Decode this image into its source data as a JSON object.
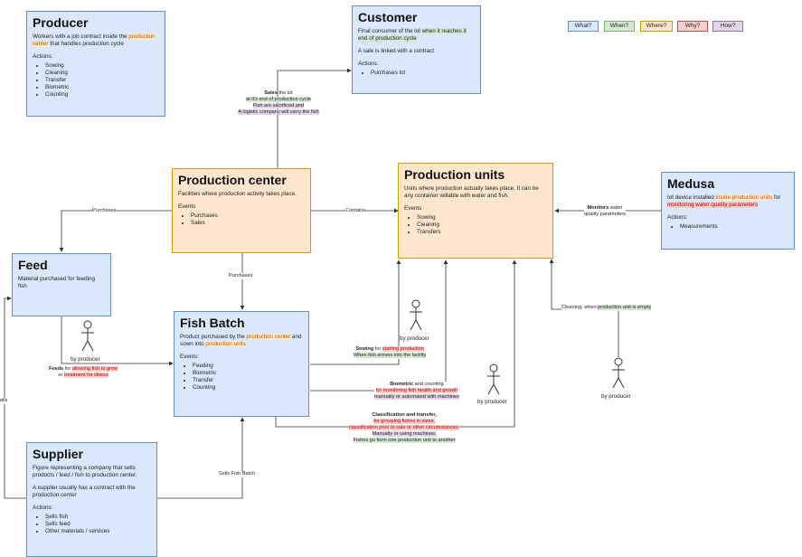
{
  "legend": [
    {
      "label": "What?",
      "bg": "#dae8fc",
      "border": "#6c8ebf"
    },
    {
      "label": "When?",
      "bg": "#d5e8d4",
      "border": "#82b366"
    },
    {
      "label": "Where?",
      "bg": "#ffe6cc",
      "border": "#d79b00"
    },
    {
      "label": "Why?",
      "bg": "#f8cecc",
      "border": "#b85450"
    },
    {
      "label": "How?",
      "bg": "#e1d5e7",
      "border": "#9673a6"
    }
  ],
  "producer": {
    "title": "Producer",
    "desc_a": "Workers with a job contract  inside the ",
    "desc_hl": "production center",
    "desc_b": " that handles production cycle",
    "actions_label": "Actions:",
    "actions": [
      "Sowing",
      "Cleaning",
      "Transfer",
      "Biometric",
      "Counting"
    ]
  },
  "customer": {
    "title": "Customer",
    "desc_a": "Final consumer of the lot ",
    "desc_hl": "when it reaches it end of production cycle",
    "desc2": "A sale is linked with a contract",
    "actions_label": "Actions:",
    "actions": [
      "Purchases lot"
    ]
  },
  "production_center": {
    "title": "Production center",
    "desc": "Facilities where production activity takes place.",
    "events_label": "Events",
    "events": [
      "Purchases",
      "Sales"
    ]
  },
  "production_units": {
    "title": "Production units",
    "desc": "Units where production actually takes place. It can be any container willable with water and fish.",
    "events_label": "Events",
    "events": [
      "Sowing",
      "Cleaning",
      "Transfers"
    ]
  },
  "medusa": {
    "title": "Medusa",
    "desc_a": "Iot device installed ",
    "desc_hl1": "inside production units",
    "desc_b": " for ",
    "desc_hl2": "monitoring water quality parameters",
    "actions_label": "Actions:",
    "actions": [
      "Measurements"
    ]
  },
  "feed": {
    "title": "Feed",
    "desc": "Material purchased for feeding fish"
  },
  "fish_batch": {
    "title": "Fish Batch",
    "desc_a": "Product purchased by the ",
    "desc_hl1": "production center",
    "desc_b": " and sown into ",
    "desc_hl2": "production units",
    "events_label": "Events:",
    "events": [
      "Feeding",
      "Biometric",
      "Transfer",
      "Counting"
    ]
  },
  "supplier": {
    "title": "Supplier",
    "desc": "Figure representing a company that sells products / feed / fish to production center.",
    "desc2": "A supplier usually has a contract with the production center",
    "actions_label": "Actions:",
    "actions": [
      "Sells fish",
      "Sells feed",
      "Other materials / services"
    ]
  },
  "edges": {
    "sales_b": "Sales",
    "sales_rest": " the lot",
    "sales_2": "at it's end of production cycle",
    "sales_3": "Fish are sacrificed and",
    "sales_4": "A logistic company will carry the fish",
    "purchases_left": "Purchases",
    "contains": "Contains",
    "purchases_down": "Purchases",
    "monitors_b": "Monitors",
    "monitors_rest": " water",
    "monitors_2": "quality parameters",
    "cleaning_a": "Cleaning, when ",
    "cleaning_hl": "production unit is empty",
    "sowing_b": "Sowing",
    "sowing_rest": " for ",
    "sowing_hl": "starting production",
    "sowing_2": "When fish arrives into the facility",
    "biometric_b": "Biometric",
    "biometric_rest": " and counting",
    "biometric_2": "for monitoring fish health and growth",
    "biometric_3": "manually or automated with machines",
    "class_b": "Classification and transfer,",
    "class_2": "for grouping fishes in sizes,",
    "class_3": "classification prior to sale or other circumstances.",
    "class_4": "Manually or using machines.",
    "class_5": "Fishes go form one production unit to another",
    "feeds_b": "Feeds",
    "feeds_rest": " for ",
    "feeds_hl": "allowing fish to grow",
    "feeds_2_or": "or ",
    "feeds_2_hl": "treatment for illness",
    "sells_fish_batch": "Sells Fish Batch",
    "sells_left": "ells"
  },
  "actors": {
    "by_producer": "by producer"
  }
}
